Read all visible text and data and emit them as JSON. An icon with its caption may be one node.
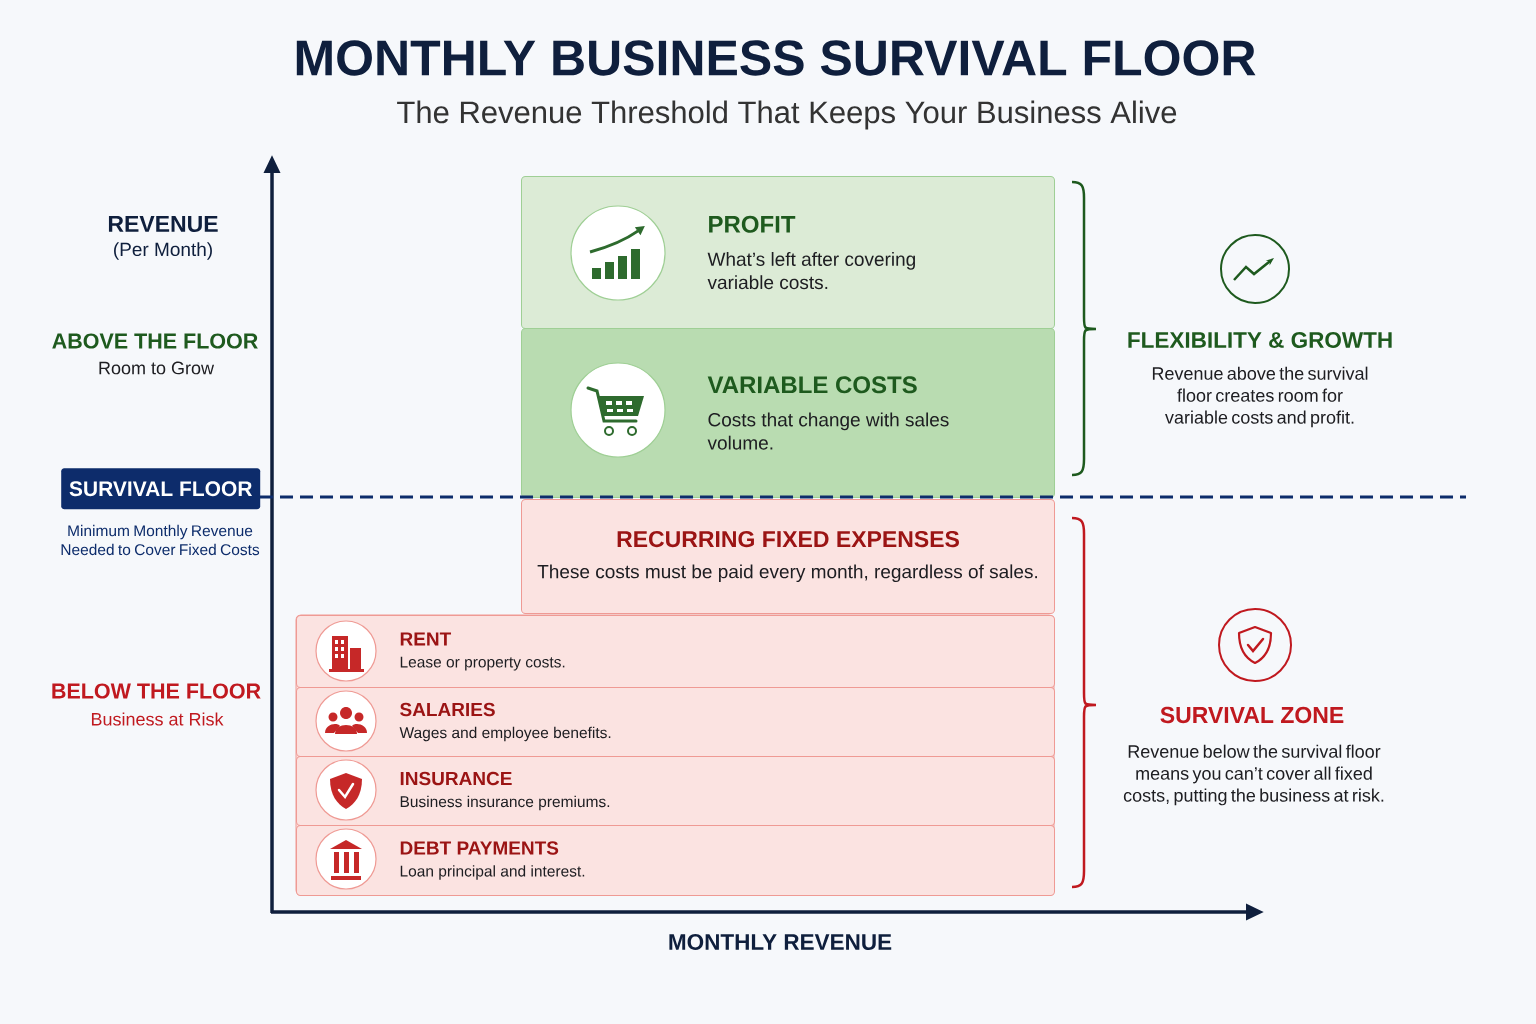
{
  "diagram": {
    "title": "MONTHLY BUSINESS SURVIVAL FLOOR",
    "nodes": [
      {
        "text": [
          "PROFIT",
          "What’s left after covering variable costs."
        ]
      },
      {
        "text": [
          "VARIABLE COSTS",
          "Costs that change with sales volume."
        ]
      },
      {
        "text": [
          "SURVIVAL FLOOR"
        ],
        "beside": [
          "Minimum Monthly Revenue Needed to Cover Fixed Costs"
        ]
      },
      {
        "text": [
          "RECURRING FIXED EXPENSES",
          "These costs must be paid every month, regardless of sales."
        ]
      },
      {
        "text": [
          "RENT",
          "Lease or property costs."
        ]
      },
      {
        "text": [
          "SALARIES",
          "Wages and employee benefits."
        ]
      },
      {
        "text": [
          "INSURANCE",
          "Business insurance premiums."
        ]
      },
      {
        "text": [
          "DEBT PAYMENTS",
          "Loan principal and interest."
        ]
      }
    ],
    "labels": [
      "The Revenue Threshold That Keeps Your Business Alive",
      "REVENUE",
      "(Per Month)",
      "ABOVE THE FLOOR",
      "Room to Grow",
      "BELOW THE FLOOR",
      "Business at Risk",
      "FLEXIBILITY & GROWTH",
      "Revenue above the survival floor creates room for variable costs and profit.",
      "SURVIVAL ZONE",
      "Revenue below the survival floor means you can’t cover all fixed costs, putting the business at risk.",
      "MONTHLY REVENUE"
    ]
  }
}
